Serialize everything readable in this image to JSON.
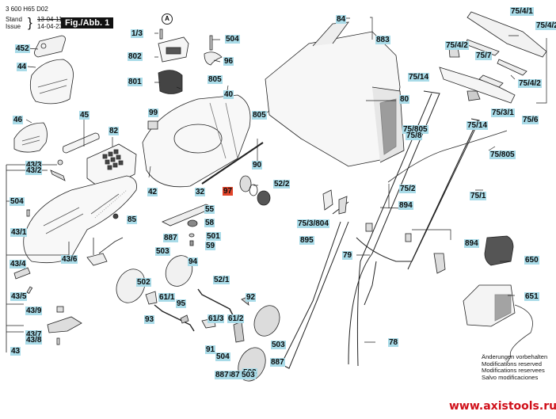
{
  "header": {
    "document_code": "3 600 H65 D02",
    "stand_label": "Stand",
    "issue_label": "Issue",
    "stand_date": "13-04-11",
    "issue_date": "14-04-23",
    "figure_label": "Fig./Abb. 1"
  },
  "callout_marker": "A",
  "highlight_color": "#a9dbe8",
  "highlight_special_color": "#e2442a",
  "parts": [
    {
      "id": "452"
    },
    {
      "id": "44"
    },
    {
      "id": "46"
    },
    {
      "id": "45"
    },
    {
      "id": "82"
    },
    {
      "id": "43/3"
    },
    {
      "id": "43/2"
    },
    {
      "id": "504"
    },
    {
      "id": "43/1"
    },
    {
      "id": "43/4"
    },
    {
      "id": "43/5"
    },
    {
      "id": "43/6"
    },
    {
      "id": "43/9"
    },
    {
      "id": "43/7"
    },
    {
      "id": "43/8"
    },
    {
      "id": "43"
    },
    {
      "id": "85"
    },
    {
      "id": "1/3"
    },
    {
      "id": "802"
    },
    {
      "id": "801"
    },
    {
      "id": "805"
    },
    {
      "id": "504"
    },
    {
      "id": "96"
    },
    {
      "id": "40"
    },
    {
      "id": "99"
    },
    {
      "id": "805"
    },
    {
      "id": "90"
    },
    {
      "id": "42"
    },
    {
      "id": "32"
    },
    {
      "id": "97",
      "special": true
    },
    {
      "id": "52/2"
    },
    {
      "id": "55"
    },
    {
      "id": "58"
    },
    {
      "id": "501"
    },
    {
      "id": "59"
    },
    {
      "id": "887"
    },
    {
      "id": "503"
    },
    {
      "id": "94"
    },
    {
      "id": "503"
    },
    {
      "id": "887"
    },
    {
      "id": "502"
    },
    {
      "id": "93"
    },
    {
      "id": "61/1"
    },
    {
      "id": "95"
    },
    {
      "id": "52/1"
    },
    {
      "id": "92"
    },
    {
      "id": "61/3"
    },
    {
      "id": "61/2"
    },
    {
      "id": "91"
    },
    {
      "id": "504"
    },
    {
      "id": "503"
    },
    {
      "id": "887"
    },
    {
      "id": "887"
    },
    {
      "id": "503"
    },
    {
      "id": "84"
    },
    {
      "id": "883"
    },
    {
      "id": "80"
    },
    {
      "id": "75/4/1"
    },
    {
      "id": "75/4/2"
    },
    {
      "id": "75/4/2"
    },
    {
      "id": "75/7"
    },
    {
      "id": "75/4/2"
    },
    {
      "id": "75/14"
    },
    {
      "id": "75/3/1"
    },
    {
      "id": "75/6"
    },
    {
      "id": "75/805"
    },
    {
      "id": "75/14"
    },
    {
      "id": "75/8"
    },
    {
      "id": "75/805"
    },
    {
      "id": "75/2"
    },
    {
      "id": "75/1"
    },
    {
      "id": "894"
    },
    {
      "id": "75/3/804"
    },
    {
      "id": "895"
    },
    {
      "id": "79"
    },
    {
      "id": "894"
    },
    {
      "id": "650"
    },
    {
      "id": "651"
    },
    {
      "id": "78"
    }
  ],
  "footer": {
    "notes": [
      "Änderungen vorbehalten",
      "Modifications reserved",
      "Modifications reservees",
      "Salvo modificaciones"
    ],
    "website": "www.axistools.ru"
  }
}
